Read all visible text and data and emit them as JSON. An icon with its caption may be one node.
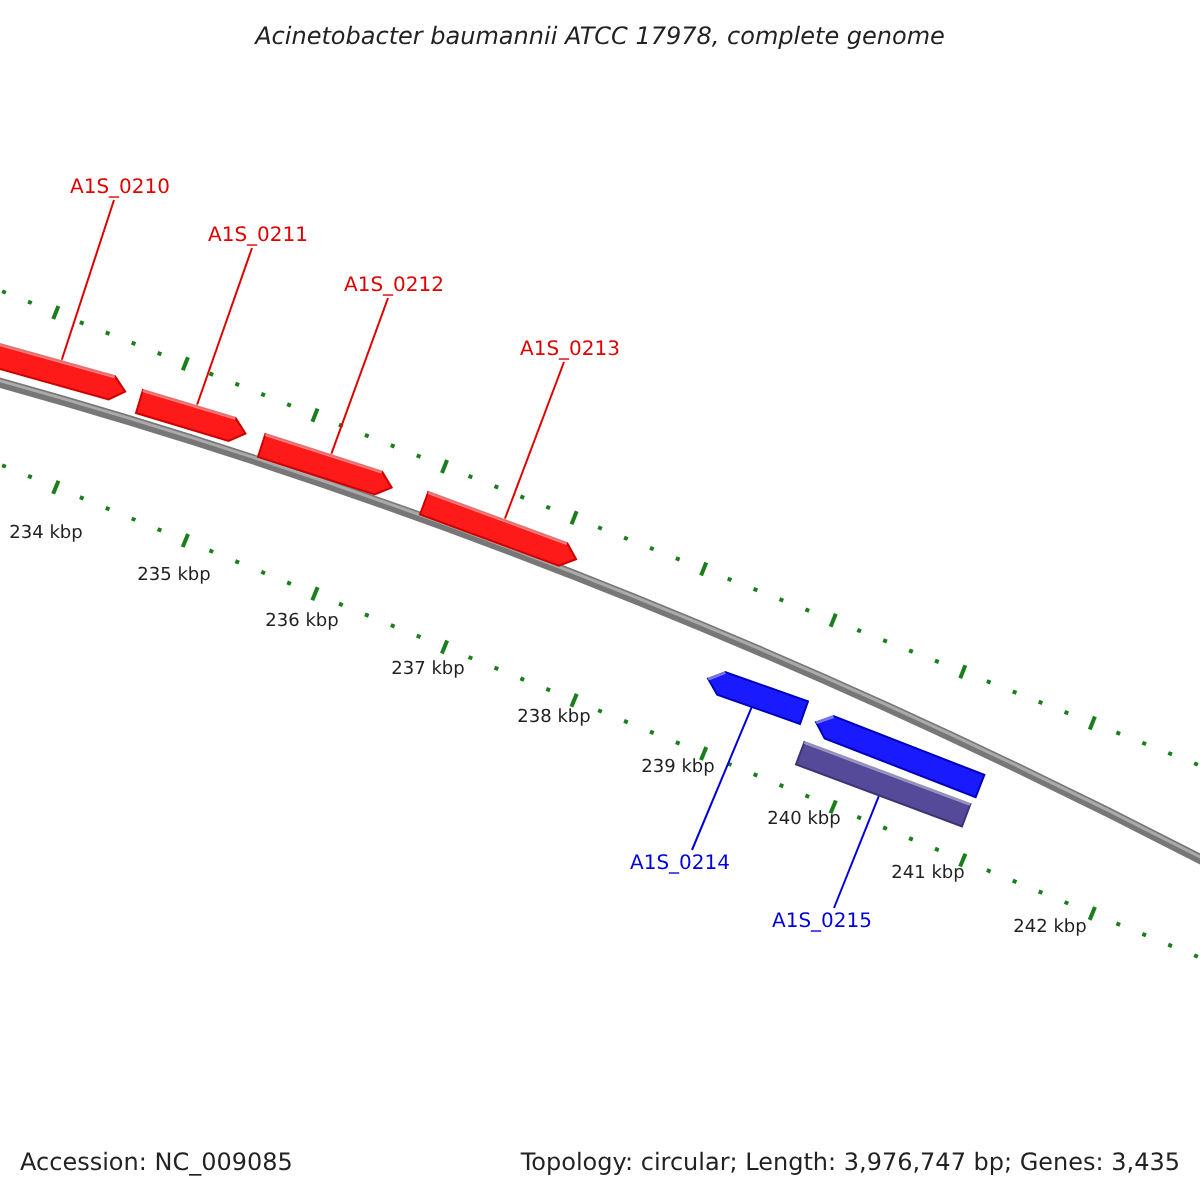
{
  "diagram": {
    "title": "Acinetobacter baumannii ATCC 17978, complete genome",
    "nodes": [
      {
        "text": [
          "A1S_0210"
        ]
      },
      {
        "text": [
          "A1S_0211"
        ]
      },
      {
        "text": [
          "A1S_0212"
        ]
      },
      {
        "text": [
          "A1S_0213"
        ]
      },
      {
        "text": [],
        "shape": "arrow"
      },
      {
        "text": [],
        "shape": "arrow"
      },
      {
        "text": [],
        "shape": "arrow"
      },
      {
        "text": [],
        "shape": "arrow"
      },
      {
        "text": [],
        "shape": "arrow"
      },
      {
        "text": [],
        "shape": "arrow"
      },
      {
        "text": [],
        "shape": "bar"
      },
      {
        "text": [
          "A1S_0214"
        ]
      },
      {
        "text": [
          "A1S_0215"
        ]
      }
    ],
    "edges": [
      {
        "from": 0,
        "to": 4,
        "arrow": "none"
      },
      {
        "from": 1,
        "to": 5,
        "arrow": "none"
      },
      {
        "from": 2,
        "to": 6,
        "arrow": "none"
      },
      {
        "from": 3,
        "to": 7,
        "arrow": "none"
      },
      {
        "from": 11,
        "to": 8,
        "arrow": "none",
        "color": "#0000dd"
      },
      {
        "from": 12,
        "to": 10,
        "arrow": "none",
        "color": "#0000dd"
      }
    ],
    "labels": [
      "234 kbp",
      "235 kbp",
      "236 kbp",
      "237 kbp",
      "238 kbp",
      "239 kbp",
      "240 kbp",
      "241 kbp",
      "242 kbp",
      "Accession: NC_009085",
      "Topology: circular; Length: 3,976,747 bp; Genes: 3,435"
    ]
  }
}
